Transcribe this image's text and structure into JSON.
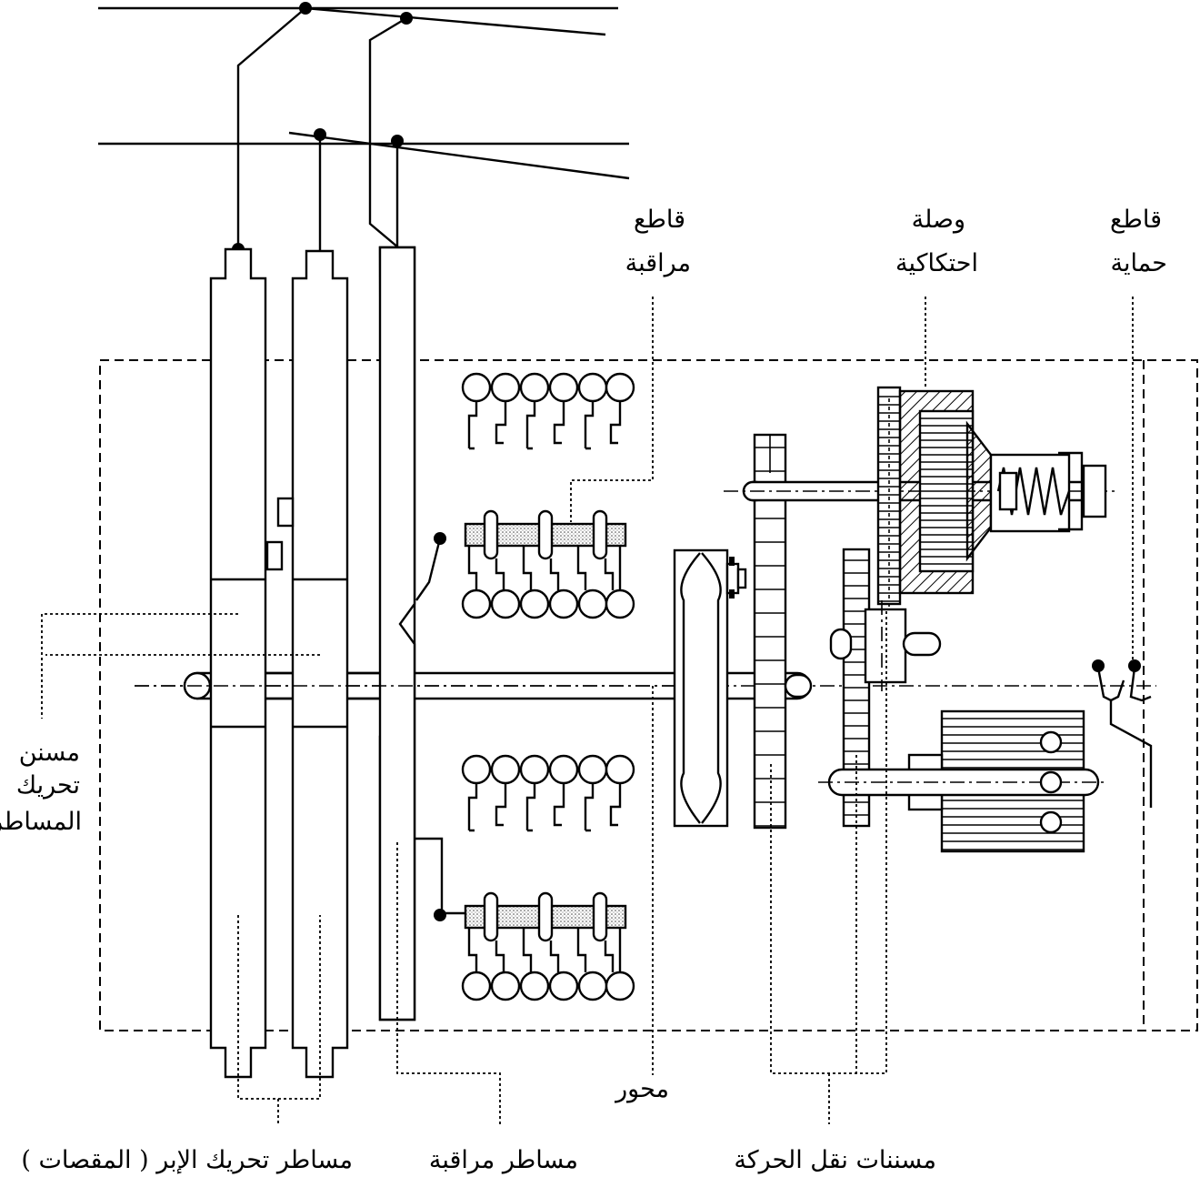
{
  "labels": {
    "cutter_monitor": [
      "قاطع",
      "مراقبة"
    ],
    "friction_coupling": [
      "وصلة",
      "احتكاكية"
    ],
    "cutter_protection": [
      "قاطع",
      "حماية"
    ],
    "rod_drive_gear": [
      "مسنن",
      "تحريك",
      "المساطر"
    ],
    "axis": "محور",
    "needle_rods": "مساطر تحريك الإبر ( المقصات )",
    "monitor_rods": "مساطر مراقبة",
    "transmission_gears": "مسننات نقل الحركة"
  },
  "icons": {
    "pivot": "filled-dot-pivot",
    "spring": "compression-spring",
    "contact": "contact-finger"
  },
  "colors": {
    "line": "#000000",
    "background": "#ffffff",
    "stipple": "#b8b8b8"
  }
}
